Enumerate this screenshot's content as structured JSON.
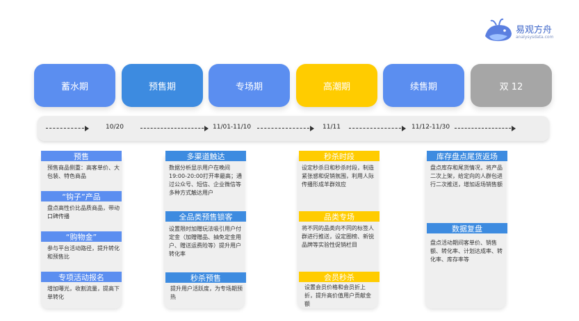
{
  "logo": {
    "name": "易观方舟",
    "sub": "analysysdata.com"
  },
  "phases": [
    {
      "label": "蓄水期",
      "color": "#5b8ef0"
    },
    {
      "label": "预售期",
      "color": "#3d8be0"
    },
    {
      "label": "专场期",
      "color": "#5b8ef0"
    },
    {
      "label": "高潮期",
      "color": "#ffcc00"
    },
    {
      "label": "续售期",
      "color": "#5b8ef0"
    },
    {
      "label": "双 12",
      "color": "#a6a6a6"
    }
  ],
  "timeline": [
    "10/20",
    "11/01-11/10",
    "11/11",
    "11/12-11/30"
  ],
  "sections": {
    "c1": [
      {
        "title": "预售",
        "text": "预售商品侧重：高客单价、大包装、特色商品"
      },
      {
        "title": "“钩子”产品",
        "text": "盘点高性价比品质商品，带动口碑传播"
      },
      {
        "title": "“购物金”",
        "text": "参与平台活动路径，提升转化和预售比"
      },
      {
        "title": "专项活动报名",
        "text": "增加曝光，收割流量，提高下单转化"
      }
    ],
    "c2": [
      {
        "title": "多渠道触达",
        "text": "数据分析显示用户在晚间19:00-20:00打开率最高；通过公众号、短信、企业微信等多种方式触达用户"
      },
      {
        "title": "全品类预售锁客",
        "text": "设置限时加赠玩法吸引用户付定金（加赠赠品、抽免定金用户、赠送运费险等）提升用户转化率"
      },
      {
        "title": "秒杀预售",
        "text": "提升用户活跃度，为专场期预热"
      }
    ],
    "c3": [
      {
        "title": "秒杀时段",
        "text": "设定秒杀日和秒杀时段，制造紧张感和促销氛围，利用人际传播形成羊群效应"
      },
      {
        "title": "品类专场",
        "text": "将不同的品类向不同的标签人群进行推送，设定圈榜、新锐品牌等实验性促销栏目"
      },
      {
        "title": "会员秒杀",
        "text": "设置会员价格和会员折上折，提升高价值用户贡献金额"
      }
    ],
    "c4": [
      {
        "title": "库存盘点尾货返场",
        "text": "盘点库存和尾货情况，将产品二次上架，给定向的人群包进行二次推送，增加返场销售额"
      },
      {
        "title": "数据复盘",
        "text": "盘点活动期间客单价、销售额、转化率、计划达成率、转化率、库存率等"
      }
    ]
  }
}
